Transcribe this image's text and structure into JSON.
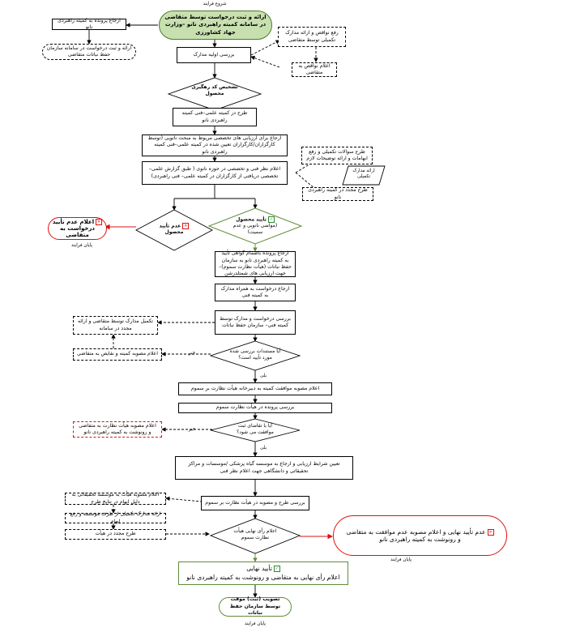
{
  "labels": {
    "start_process": "شروع فرایند",
    "end_process": "پایان فرایند",
    "no": "خیر",
    "yes": "بلی"
  },
  "nodes": {
    "start": "ارائه و ثبت درخواست توسط متقاضی در سامانه کمیته راهبردی نانو –وزارت جهاد کشاورزی",
    "refer_to_committee": "ارجاع پرونده به کمیته راهبردی نانو",
    "submit_to_food_system": "ارائه و ثبت درخواست در سامانه سازمان حفظ نباتات متقاضی",
    "initial_review": "بررسی اولیه مدارک",
    "fix_deficiency": "رفع نواقص و ارائه مدارک تکمیلی توسط متقاضی",
    "notify_deficiency": "اعلام نواقص به متقاضی",
    "decision_1": "تشخیص کد رهگیری محصول",
    "committee_review": "طرح در کمیته علمی–فنی کمیته راهبردی نانو",
    "assign_experts": "ارجاع برای ارزیابی های تخصصی مربوط به مبحث نانویی (توسط کارگزاران/کارگزاران تعیین شده در کمیته علمی–فنی کمیته راهبردی نانو",
    "questions_raised": "طرح سوالات تکمیلی و رفع ابهامات و ارائه توضیحات لازم",
    "supplementary_docs": "ارائه مدارک تکمیلی",
    "final_opinion": "اعلام نظر فنی و تخصصی در حوزه نانوی ( طبق گزارش علمی–تخصصی دریافتی از کارگزاران در کمیته علمی– فنی راهبردی)",
    "resubmit": "طرح مجدد در کمیته راهبردی نانو",
    "approval_label": "تأیید محصول",
    "approval_sub": "(مواضی نانویی و عدم سمیت)",
    "rejection_label": "عدم تأیید محصول",
    "notify_rejection": "اعلام عدم تأیید درخواست به متقاضی",
    "refer_file": "ارجاع پرونده باضمام گواهی تأیید به کمیته راهبردی نانو به سازمان حفظ نباتات (هیأت نظارت سموم)– جهت ارزیابی های شمتلدرشن",
    "refer_technical": "ارجاع درخواست به همراه مدارک به کمیته فنی",
    "review_technical": "بررسی درخواست و مدارک توسط کمیته فنی– سازمان حفظ نباتات",
    "complete_docs": "تکمیل مدارک توسط متقاضی و ارائه مجدد در سامانه",
    "notify_committee": "اعلام مصوبه کمیته و نقایص به متقاضی",
    "decision_docs": "آیا مستندات بررسی شده مورد تأیید است؟",
    "notify_approval": "اعلام مصوبه موافقت کمیته به دبیرخانه هیأت نظارت بر سموم",
    "review_pesticide_board": "بررسی پرونده در هیأت نظارت سموم",
    "notify_board_reject": "اعلام مصوبه هیأت نظارت به متقاضی و رونوشت به کمیته راهبردی نانو",
    "decision_board": "آیا با تقاضای ثبت موافقت می شود؟",
    "set_conditions": "تعیین شرایط ارزیابی و ارجاع به موسسه گیاه پزشکی /موسسات و مراکز تحقیقاتی و دانشگاهی جهت اعلام نظر فنی",
    "board_review_2": "بررسی طرح و مصوبه در هیأت نظارت بر سموم",
    "notify_research_results": "اعلام مصوبه هیأت به موسسه تحقیقاتی به دلیل ابهام در نتایج طرح",
    "submit_extra_docs": "ارائه مدارک تکمیلی از طرف موسسه و رفع ابهام",
    "resubmit_board": "طرح مجدد در هیأت",
    "decision_final": "اعلام رأی نهایی هیأت نظارت سموم",
    "final_rejection": "عدم تأیید نهایی و اعلام مصوبه عدم موافقت به متقاضی و رونوشت به کمیته راهبردی نانو",
    "final_approval_title": "تأیید نهایی",
    "final_approval_body": "اعلام رأی نهایی به متقاضی و رونوشت به کمیته راهبردی نانو",
    "registration": "تصویب (ثبت) موقت توسط سازمان حفظ نباتات"
  },
  "colors": {
    "start_fill": "#c8e0b0",
    "approve_border": "#5f8d3a",
    "reject_red": "#dd1111"
  }
}
